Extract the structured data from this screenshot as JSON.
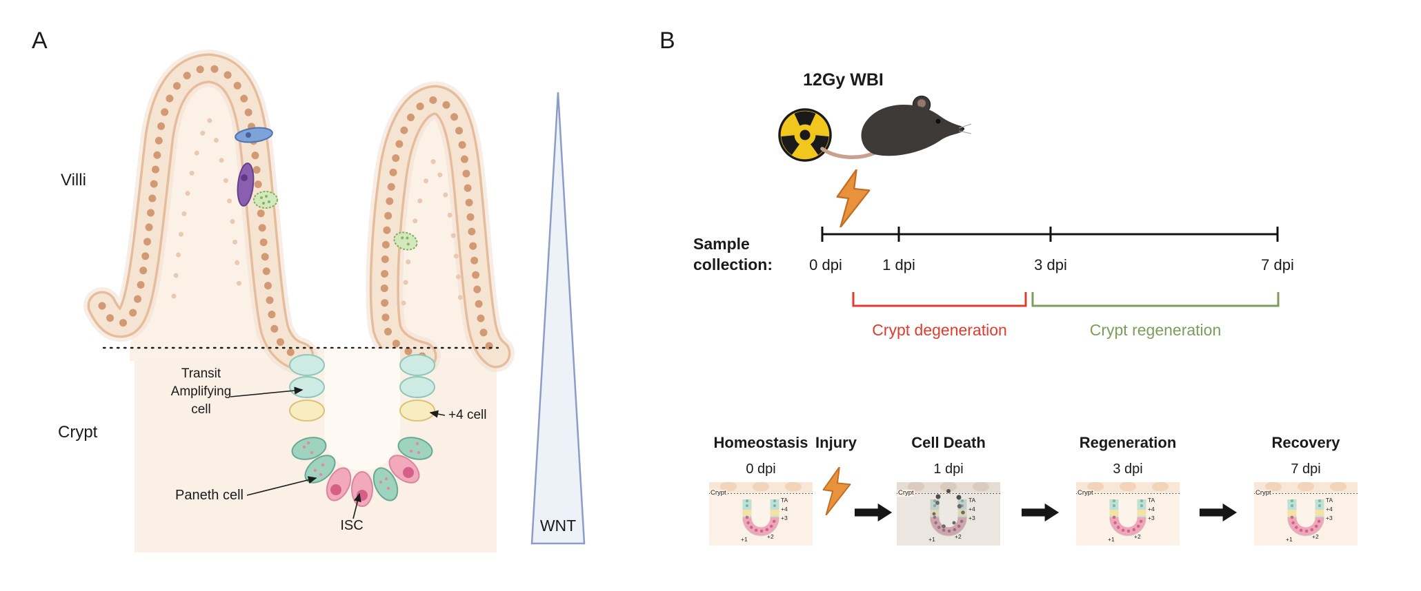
{
  "figure": {
    "panelA": {
      "label": "A",
      "villi_label": "Villi",
      "crypt_label": "Crypt",
      "transit_amplifying_label": "Transit\nAmplifying\ncell",
      "plus4_label": "+4 cell",
      "paneth_label": "Paneth cell",
      "isc_label": "ISC",
      "wnt_label": "WNT",
      "cell_colors": {
        "transit_amplifying": "#cdeae3",
        "plus4": "#f7edc0",
        "isc": "#f1a9bb",
        "paneth": "#9ed3c0"
      }
    },
    "panelB": {
      "label": "B",
      "irradiation_label": "12Gy WBI",
      "sample_collection_label": "Sample\ncollection:",
      "timeline_ticks": [
        {
          "label": "0 dpi"
        },
        {
          "label": "1 dpi"
        },
        {
          "label": "3 dpi"
        },
        {
          "label": "7 dpi"
        }
      ],
      "degeneration_label": "Crypt degeneration",
      "regeneration_label": "Crypt regeneration",
      "colors": {
        "degeneration": "#e23b2e",
        "regeneration": "#7d9c5c",
        "lightning_bolt": "#e8923c",
        "radiation_yellow": "#f2c71d"
      },
      "stages": [
        {
          "title": "Homeostasis",
          "dpi": "0 dpi"
        },
        {
          "title": "Injury"
        },
        {
          "title": "Cell Death",
          "dpi": "1 dpi"
        },
        {
          "title": "Regeneration",
          "dpi": "3 dpi"
        },
        {
          "title": "Recovery",
          "dpi": "7 dpi"
        }
      ],
      "mini": {
        "crypt": "Crypt",
        "ta": "TA",
        "p4": "+4",
        "p3": "+3",
        "p2": "+2",
        "p1": "+1"
      }
    }
  }
}
